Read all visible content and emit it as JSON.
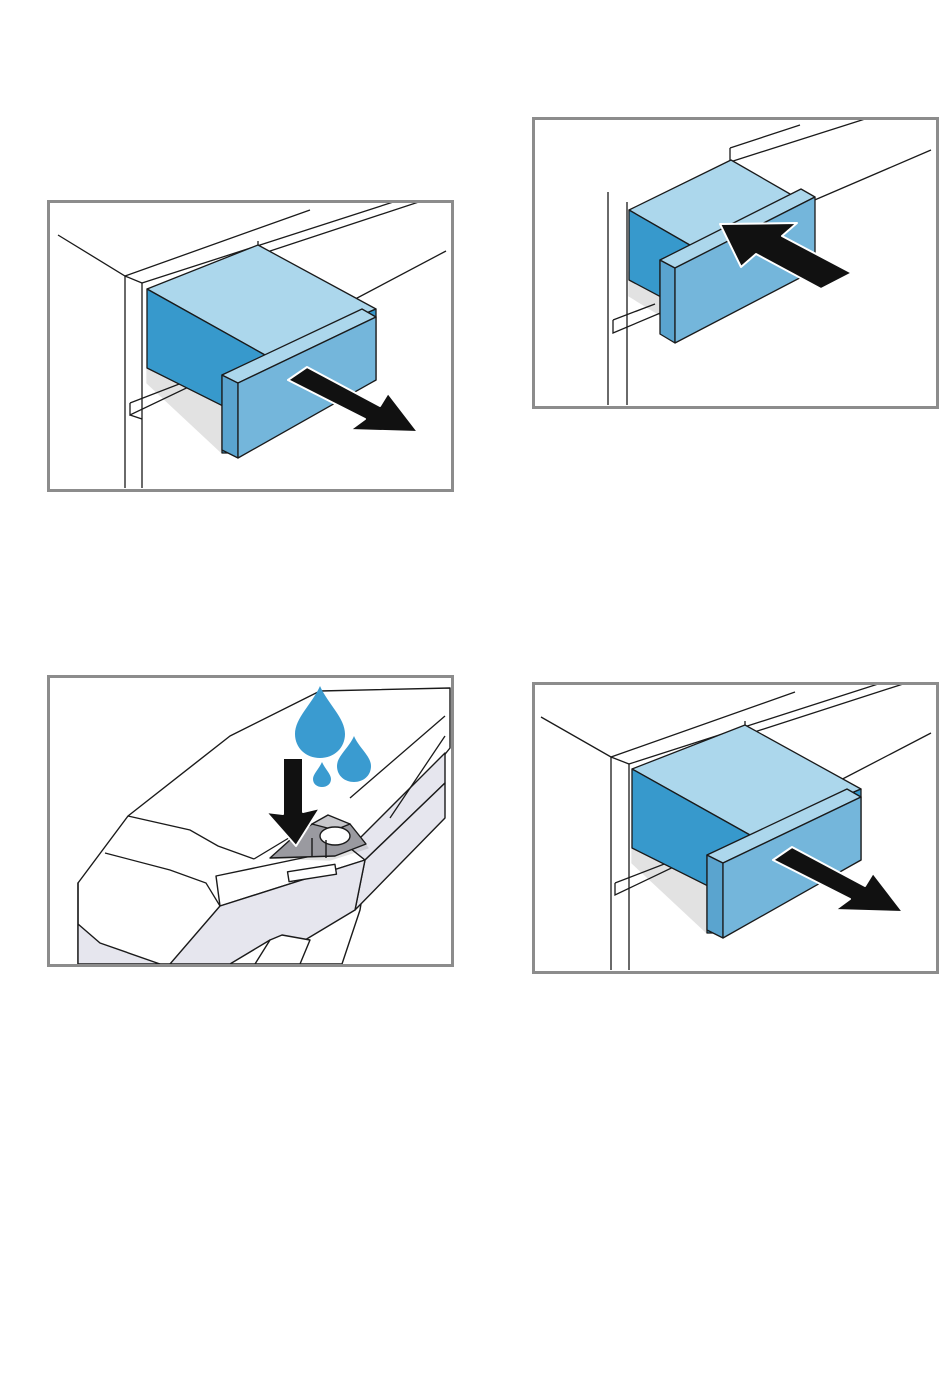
{
  "colors": {
    "drawer_top": "#acd7ec",
    "drawer_side": "#3799cc",
    "drawer_front": "#74b6db",
    "drawer_front_edge": "#5aa4cf",
    "outline": "#1a1a1a",
    "arrow": "#111111",
    "water": "#3a9bd0",
    "panel_border": "#8c8c8c",
    "dispenser_grey": "#e6e6ee"
  },
  "figures": [
    {
      "id": "pull-out-drawer",
      "icon": "arrow-right-down-icon"
    },
    {
      "id": "push-in-drawer",
      "icon": "arrow-left-up-icon"
    },
    {
      "id": "fill-detergent",
      "icon": "water-drops-icon"
    },
    {
      "id": "pull-out-drawer-again",
      "icon": "arrow-right-down-icon"
    }
  ]
}
